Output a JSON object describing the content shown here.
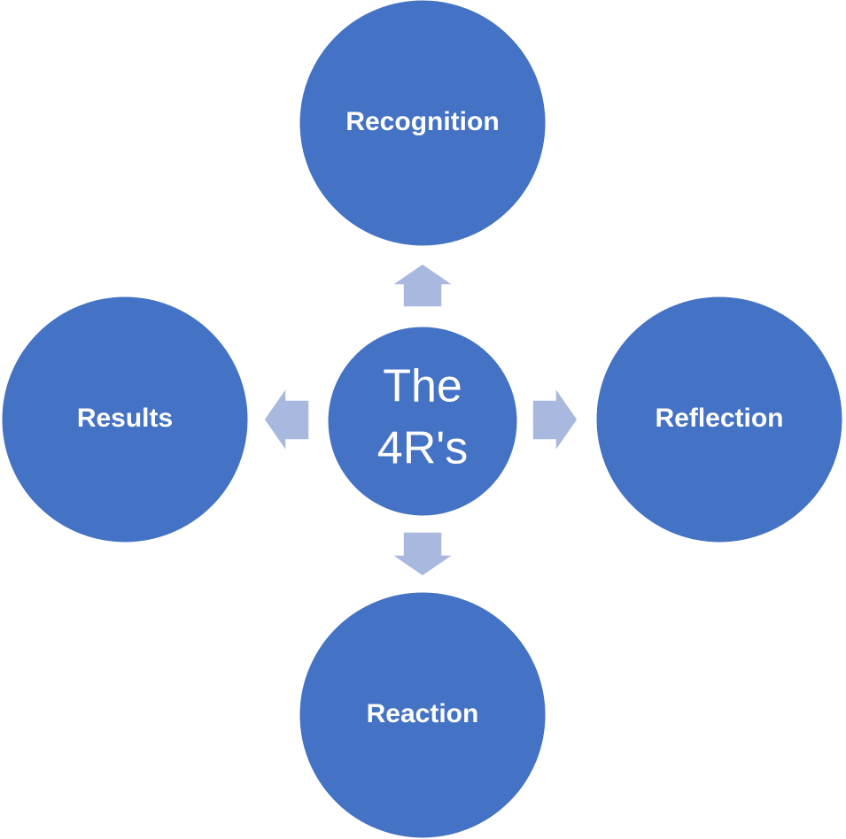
{
  "diagram": {
    "colors": {
      "circle_fill": "#4472C4",
      "arrow_fill": "#A9B8DE",
      "text": "#ffffff",
      "background": "#ffffff"
    },
    "center": {
      "line1": "The",
      "line2": "4R's"
    },
    "nodes": {
      "top": "Recognition",
      "right": "Reflection",
      "bottom": "Reaction",
      "left": "Results"
    },
    "arrows": {
      "top": "arrow-up-icon",
      "right": "arrow-right-icon",
      "bottom": "arrow-down-icon",
      "left": "arrow-left-icon"
    }
  }
}
